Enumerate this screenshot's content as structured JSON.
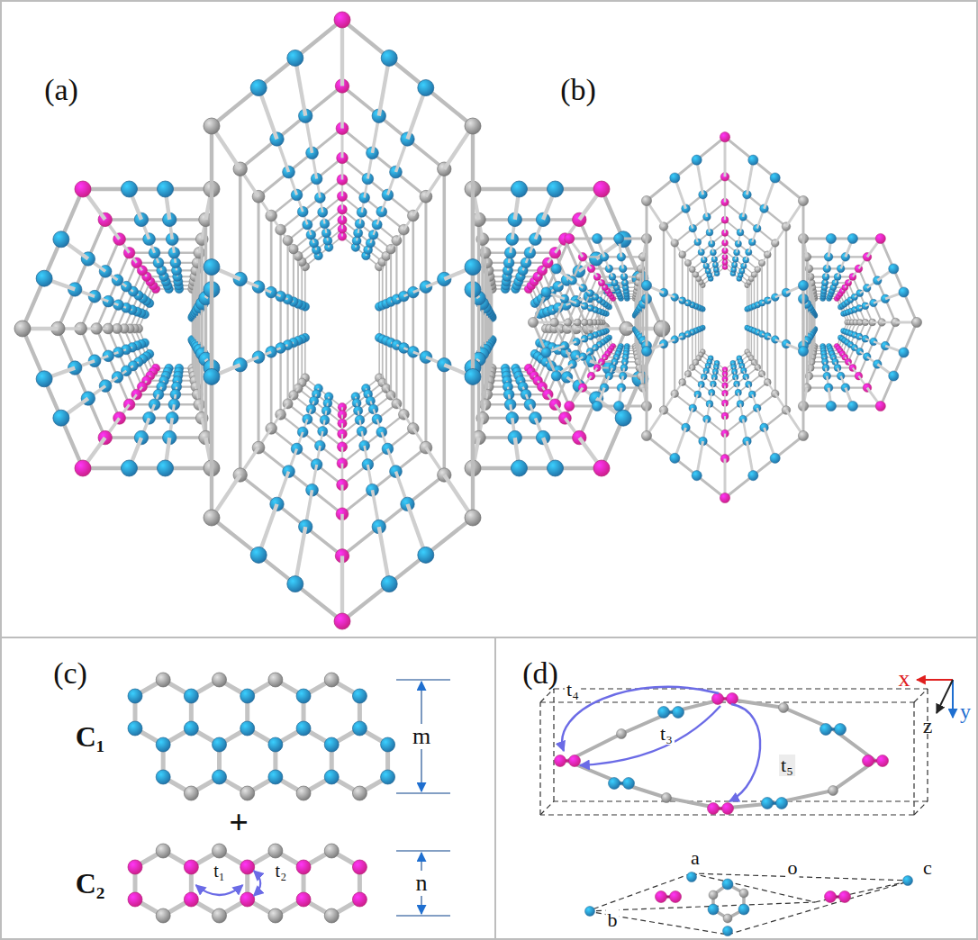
{
  "diagram": {
    "labels": [
      "(a)",
      "(b)",
      "(c)",
      "(d)",
      "C₁",
      "m",
      "+",
      "C₂",
      "n",
      "t₁",
      "t₂",
      "t₄",
      "t₃",
      "t₅",
      "x",
      "z",
      "y",
      "a",
      "o",
      "b",
      "c"
    ]
  }
}
